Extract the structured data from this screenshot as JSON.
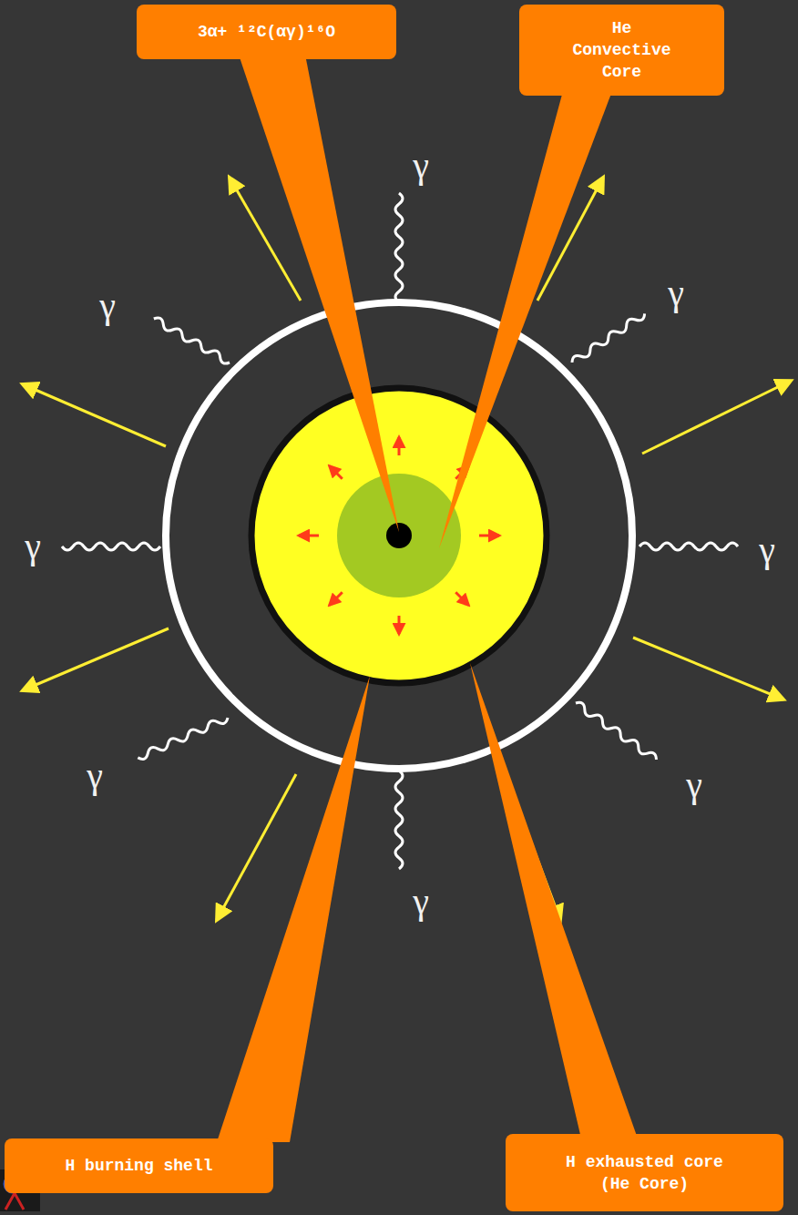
{
  "diagram": {
    "nodes": [
      {
        "text": [
          "3α+ ¹²C(αγ)¹⁶O"
        ]
      },
      {
        "text": [
          "He Convective Core"
        ]
      },
      {
        "text": [
          "H burning shell"
        ]
      },
      {
        "text": [
          "H exhausted core (He Core)"
        ]
      }
    ],
    "labels": [
      "γ",
      "γ",
      "γ",
      "γ",
      "γ",
      "γ",
      "γ",
      "γ"
    ]
  }
}
